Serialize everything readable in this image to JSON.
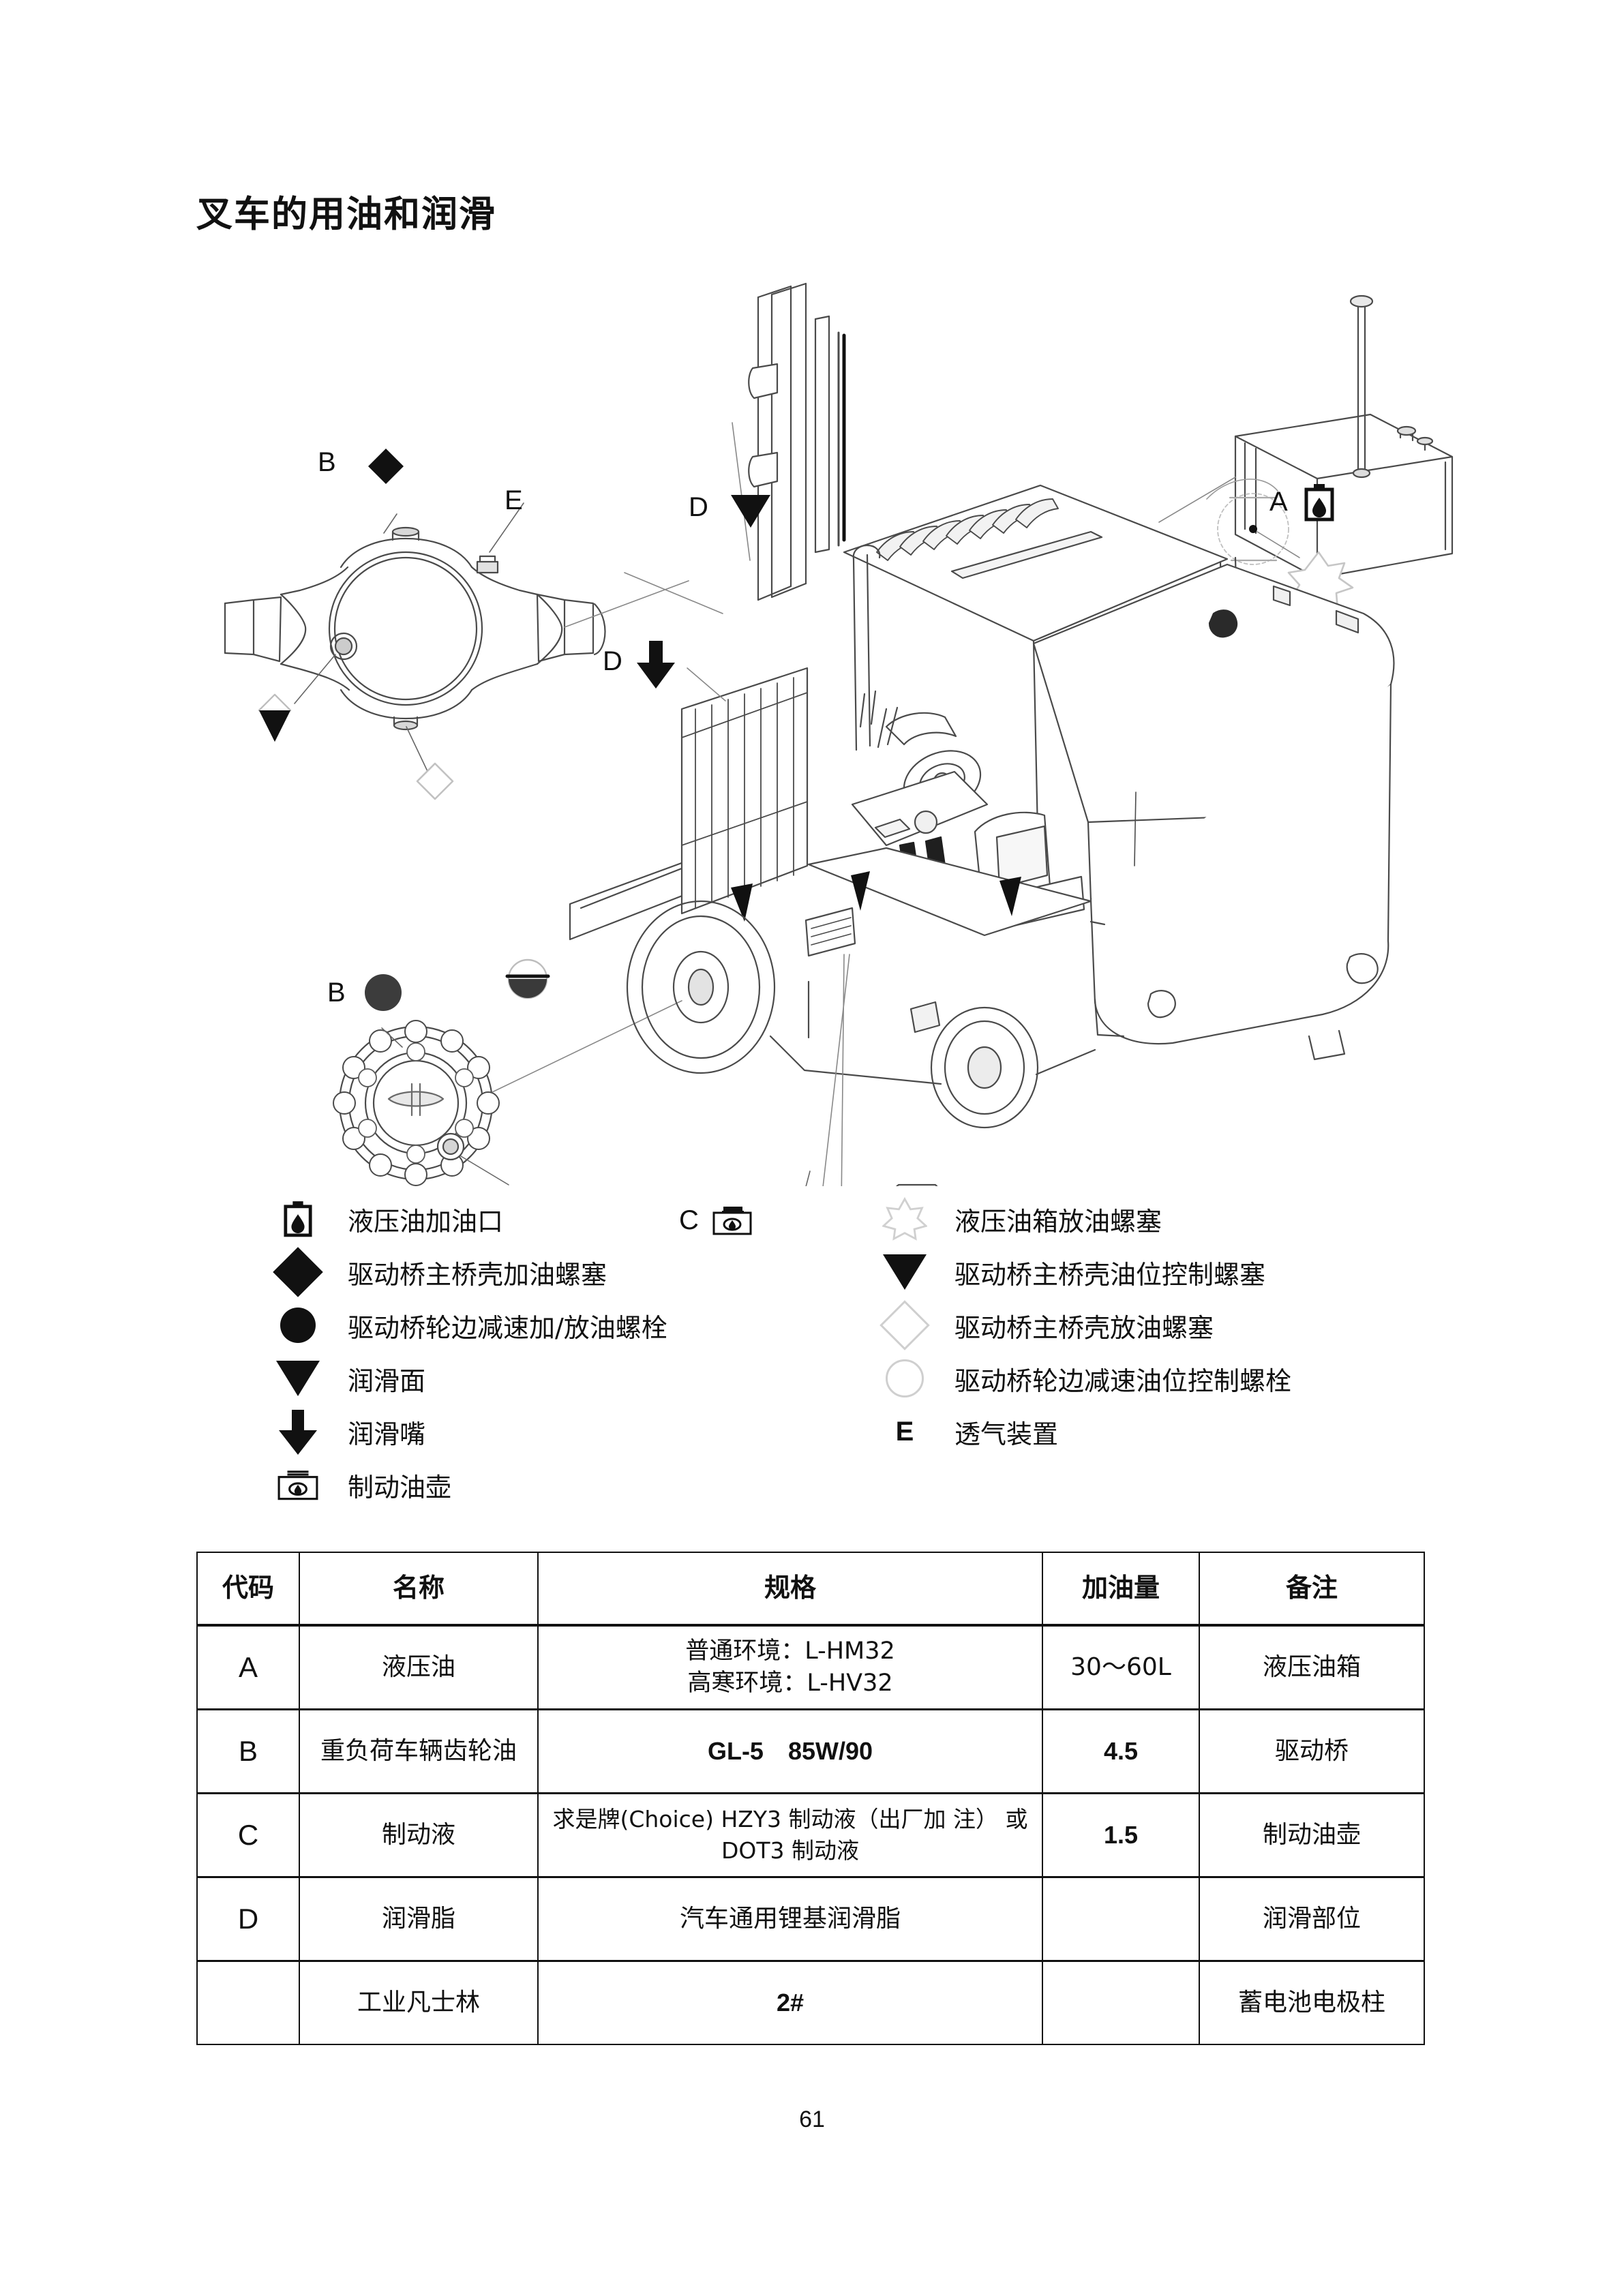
{
  "page": {
    "title": "叉车的用油和润滑",
    "number": "61"
  },
  "diagram": {
    "callouts": [
      {
        "id": "a-battery",
        "label": "A",
        "symbol": "hydraulic-filler-icon"
      },
      {
        "id": "b-axle-housing",
        "label": "B",
        "symbol": "diamond-filled"
      },
      {
        "id": "e-breather",
        "label": "E",
        "symbol": "letter"
      },
      {
        "id": "d-lubrication-surface",
        "label": "D",
        "symbol": "triangle-down-filled"
      },
      {
        "id": "d-grease-nipple",
        "label": "D",
        "symbol": "arrow-down-filled"
      },
      {
        "id": "b-wheel-hub",
        "label": "B",
        "symbol": "circle-filled"
      },
      {
        "id": "c-brake-reservoir",
        "label": "C",
        "symbol": "brake-reservoir-icon"
      }
    ]
  },
  "legend": {
    "left": [
      {
        "icon": "hydraulic-filler-icon",
        "label": "液压油加油口"
      },
      {
        "icon": "diamond-filled-icon",
        "label": "驱动桥主桥壳加油螺塞"
      },
      {
        "icon": "circle-filled-icon",
        "label": "驱动桥轮边减速加/放油螺栓"
      },
      {
        "icon": "triangle-down-filled-icon",
        "label": "润滑面"
      },
      {
        "icon": "arrow-down-filled-icon",
        "label": "润滑嘴"
      },
      {
        "icon": "brake-reservoir-icon",
        "label": "制动油壶"
      }
    ],
    "right": [
      {
        "icon": "burst-outline-icon",
        "label": "液压油箱放油螺塞"
      },
      {
        "icon": "triangle-down-filled-icon",
        "label": "驱动桥主桥壳油位控制螺塞"
      },
      {
        "icon": "diamond-outline-icon",
        "label": "驱动桥主桥壳放油螺塞"
      },
      {
        "icon": "circle-outline-icon",
        "label": "驱动桥轮边减速油位控制螺栓"
      },
      {
        "icon": "letter-e-icon",
        "label": "透气装置",
        "mark": "E"
      }
    ]
  },
  "table": {
    "headers": [
      "代码",
      "名称",
      "规格",
      "加油量",
      "备注"
    ],
    "rows": [
      {
        "code": "A",
        "name": "液压油",
        "spec_lines": [
          "普通环境：L-HM32",
          "高寒环境：L-HV32"
        ],
        "qty": "30～60L",
        "remark": "液压油箱"
      },
      {
        "code": "B",
        "name": "重负荷车辆齿轮油",
        "spec": "GL-5　85W/90",
        "qty": "4.5",
        "remark": "驱动桥"
      },
      {
        "code": "C",
        "name": "制动液",
        "spec_lines": [
          "求是牌(Choice) HZY3 制动液（出厂加",
          "注） 或 DOT3 制动液"
        ],
        "qty": "1.5",
        "remark": "制动油壶"
      },
      {
        "code": "D",
        "name": "润滑脂",
        "spec": "汽车通用锂基润滑脂",
        "qty": "",
        "remark": "润滑部位"
      },
      {
        "code": "",
        "name": "工业凡士林",
        "spec": "2#",
        "qty": "",
        "remark": "蓄电池电极柱"
      }
    ]
  },
  "colors": {
    "ink": "#111111",
    "line": "#3a3a3a",
    "faint": "#cfcfcf",
    "paper": "#ffffff"
  }
}
